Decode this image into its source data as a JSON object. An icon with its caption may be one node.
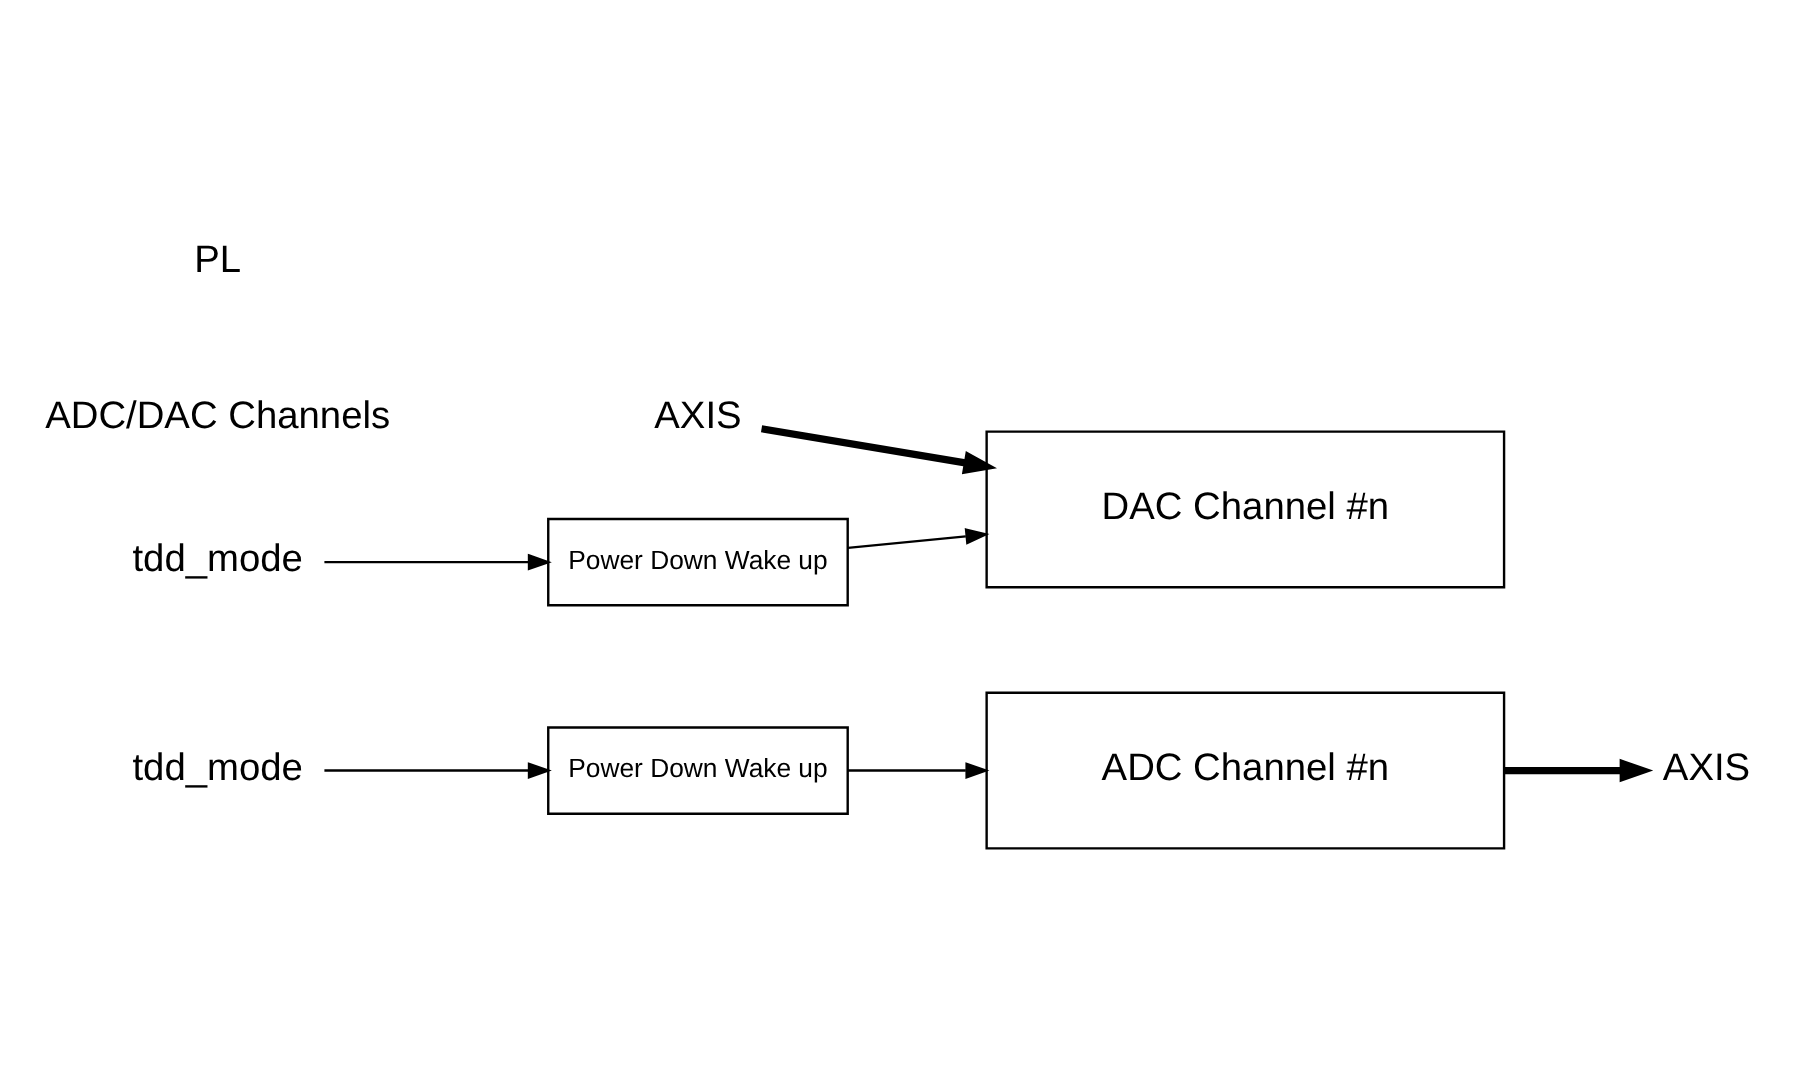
{
  "diagram": {
    "nodes": [
      {
        "text": [
          "Power Down Wake up"
        ]
      },
      {
        "text": [
          "ADC Channel #n"
        ]
      },
      {
        "text": [
          "tdd_mode"
        ]
      },
      {
        "text": [
          "AXIS"
        ]
      },
      {
        "text": [
          "Power Down Wake up"
        ]
      },
      {
        "text": [
          "DAC Channel #n"
        ]
      },
      {
        "text": [
          "tdd_mode"
        ]
      },
      {
        "text": [
          "AXIS"
        ]
      }
    ],
    "edges": [
      {
        "from": 2,
        "to": 0,
        "arrow": "to"
      },
      {
        "from": 0,
        "to": 1,
        "arrow": "to"
      },
      {
        "from": 1,
        "to": 3,
        "arrow": "to",
        "style": "thick"
      },
      {
        "from": 6,
        "to": 4,
        "arrow": "to"
      },
      {
        "from": 4,
        "to": 5,
        "arrow": "to"
      },
      {
        "from": 7,
        "to": 5,
        "arrow": "to",
        "style": "thick"
      }
    ],
    "labels": [
      "ADC/DAC Channels",
      "PL"
    ]
  }
}
